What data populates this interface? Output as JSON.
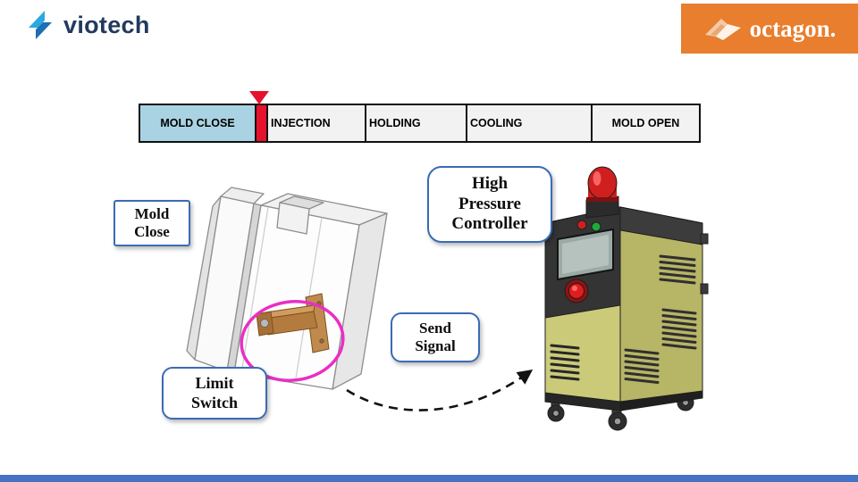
{
  "header": {
    "brand": {
      "name": "viotech"
    },
    "partner": {
      "name": "octagon.",
      "bg": "#E87E2E"
    }
  },
  "timeline": {
    "marker_color": "#E8112D",
    "stages": [
      {
        "label": "MOLD CLOSE",
        "bg": "#A9D3E3",
        "width": 128,
        "align": "center"
      },
      {
        "label": "",
        "bg": "#E8112D",
        "width": 13,
        "align": "center"
      },
      {
        "label": "INJECTION",
        "bg": "#F2F2F2",
        "width": 110,
        "align": "left"
      },
      {
        "label": "HOLDING",
        "bg": "#F2F2F2",
        "width": 113,
        "align": "left"
      },
      {
        "label": "COOLING",
        "bg": "#F2F2F2",
        "width": 140,
        "align": "left"
      },
      {
        "label": "MOLD OPEN",
        "bg": "#F2F2F2",
        "width": 121,
        "align": "center"
      }
    ]
  },
  "diagram": {
    "labels": {
      "mold_close": "Mold Close",
      "high_pressure_controller": "High Pressure Controller",
      "send_signal": "Send Signal",
      "limit_switch": "Limit Switch"
    },
    "highlight_color": "#E92FC4",
    "machine_body_color": "#CBCA79",
    "machine_side_color": "#B7B566",
    "beacon_color": "#CF1F1F"
  },
  "footer": {
    "bar_color": "#4472C4"
  }
}
